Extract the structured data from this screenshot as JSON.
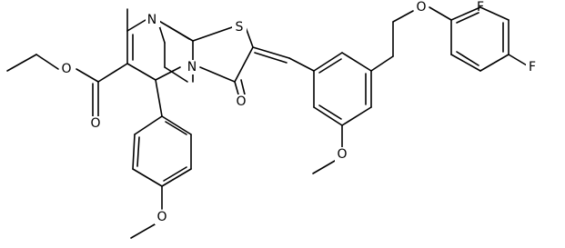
{
  "atoms": {
    "n_ring_top": "N",
    "n_ring_fused": "N",
    "s_thiazole": "S",
    "o_carbonyl_ring": "O",
    "o_ester_carbonyl": "O",
    "o_ester_ether": "O",
    "o_aryl_methoxy": "O",
    "o_benzyl_methoxy": "O",
    "o_benzyl_ether": "O",
    "f_ortho": "F",
    "f_para": "F"
  },
  "colors": {
    "bond": "#000000",
    "label": "#000000",
    "background": "#ffffff"
  }
}
